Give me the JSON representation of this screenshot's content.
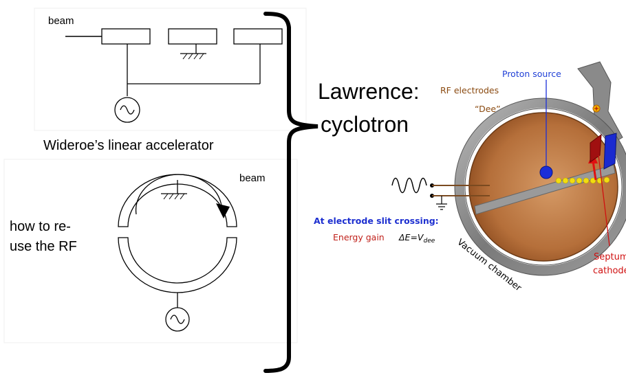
{
  "linac": {
    "beam_label": "beam",
    "caption": "Wideroe’s linear accelerator"
  },
  "ring": {
    "beam_label": "beam",
    "reuse_line1": "how to re-",
    "reuse_line2": "use the RF"
  },
  "cyclotron": {
    "title_line1": "Lawrence:",
    "title_line2": "cyclotron",
    "proton_source": "Proton source",
    "rf_electrodes": "RF electrodes",
    "dee": "“Dee”",
    "slit_crossing": "At electrode slit crossing:",
    "energy_gain": "Energy gain",
    "delta_e": "ΔE=V",
    "delta_e_sub": "dee",
    "vacuum_chamber": "Vacuum chamber",
    "septum": "Septum",
    "cathode": "cathode"
  },
  "colors": {
    "proton_label": "#1f3fd6",
    "electrode_label": "#8a4a10",
    "slit_label": "#1d2fd0",
    "energy_label": "#c0201a",
    "septum_label": "#d01010",
    "dee_fill": "#c07a45",
    "chamber_ring": "#8a8a8a"
  },
  "icons": [
    "sine-source-icon",
    "ground-symbol-icon",
    "beam-arrow-icon",
    "rf-wave-icon"
  ]
}
